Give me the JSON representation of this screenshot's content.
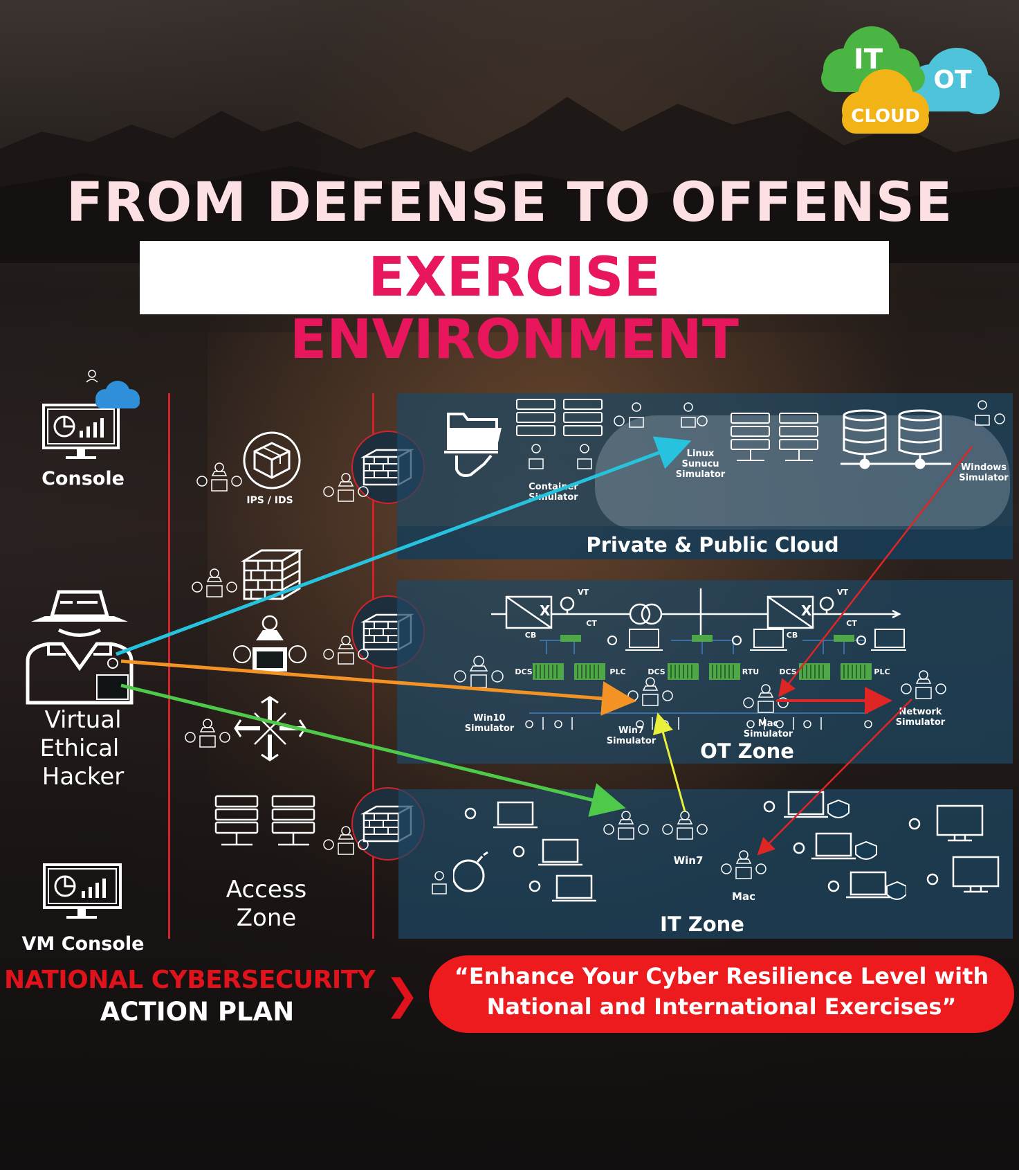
{
  "logo": {
    "it": "IT",
    "ot": "OT",
    "cloud": "CLOUD"
  },
  "header": {
    "title": "FROM DEFENSE TO OFFENSE",
    "subtitle": "EXERCISE  ENVIRONMENT"
  },
  "left": {
    "console": "Console",
    "hacker": [
      "Virtual",
      "Ethical",
      "Hacker"
    ],
    "vm_console": "VM Console"
  },
  "access_zone": {
    "ips_label": "IPS / IDS",
    "title": [
      "Access",
      "Zone"
    ]
  },
  "cloud_panel": {
    "title": "Private & Public Cloud",
    "container": [
      "Container",
      "Simulator"
    ],
    "linux": [
      "Linux",
      "Sunucu",
      "Simulator"
    ],
    "windows": [
      "Windows",
      "Simulator"
    ]
  },
  "ot_panel": {
    "title": "OT Zone",
    "labels": {
      "vt1": "VT",
      "vt2": "VT",
      "ct1": "CT",
      "ct2": "CT",
      "cb1": "CB",
      "cb2": "CB",
      "dcs1": "DCS",
      "plc1": "PLC",
      "dcs2": "DCS",
      "rtu": "RTU",
      "dcs3": "DCS",
      "plc2": "PLC"
    },
    "win10": [
      "Win10",
      "Simulator"
    ],
    "win7": [
      "Win7",
      "Simulator"
    ],
    "mac": [
      "Mac",
      "Simulator"
    ],
    "network": [
      "Network",
      "Simulator"
    ]
  },
  "it_panel": {
    "title": "IT Zone",
    "win7": "Win7",
    "mac": "Mac"
  },
  "footer": {
    "plan_line1": "NATIONAL CYBERSECURITY",
    "plan_line2": "ACTION PLAN",
    "chevron": "❯",
    "quote_line1": "“Enhance Your Cyber Resilience Level with",
    "quote_line2": "National and International Exercises”"
  },
  "colors": {
    "accent_pink": "#e8175d",
    "title_pink": "#fde0e4",
    "red": "#e0131d",
    "arrow_cyan": "#27c3de",
    "arrow_orange": "#f39325",
    "arrow_green": "#4fc94a",
    "arrow_yellow": "#e9ef3a",
    "arrow_red": "#e02525"
  }
}
